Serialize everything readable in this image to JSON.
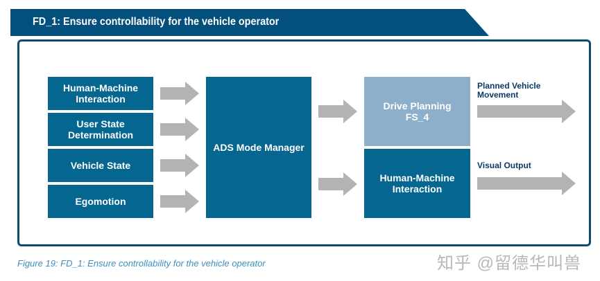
{
  "title": "FD_1: Ensure controllability for the vehicle operator",
  "inputs": [
    "Human-Machine\nInteraction",
    "User State\nDetermination",
    "Vehicle State",
    "Egomotion"
  ],
  "manager": "ADS Mode Manager",
  "outputs_blocks": [
    "Drive Planning\nFS_4",
    "Human-Machine\nInteraction"
  ],
  "output_labels": [
    "Planned Vehicle\nMovement",
    "Visual Output"
  ],
  "caption": "Figure 19: FD_1: Ensure controllability for the vehicle operator",
  "watermark": "知乎 @留德华叫兽",
  "colors": {
    "primary": "#05668f",
    "light": "#8eafcb",
    "title": "#03507d",
    "arrow": "#b3b3b3"
  }
}
